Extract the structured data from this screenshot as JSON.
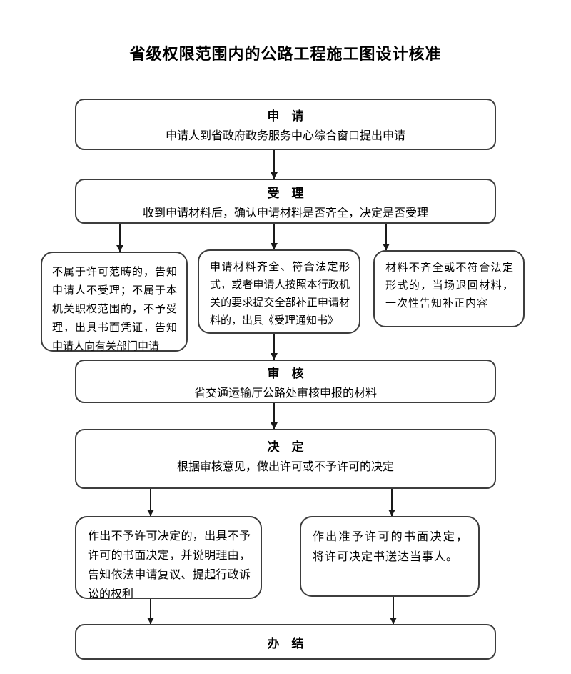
{
  "title": "省级权限范围内的公路工程施工图设计核准",
  "nodes": {
    "apply": {
      "label": "申　请",
      "desc": "申请人到省政府政务服务中心综合窗口提出申请"
    },
    "accept": {
      "label": "受　理",
      "desc": "收到申请材料后，确认申请材料是否齐全，决定是否受理"
    },
    "branch_left": {
      "text": "不属于许可范畴的，告知申请人不受理；不属于本机关职权范围的，不予受理，出具书面凭证，告知申请人向有关部门申请"
    },
    "branch_middle": {
      "text": "申请材料齐全、符合法定形式，或者申请人按照本行政机关的要求提交全部补正申请材料的，出具《受理通知书》"
    },
    "branch_right": {
      "text": "材料不齐全或不符合法定形式的，当场退回材料，一次性告知补正内容"
    },
    "review": {
      "label": "审　核",
      "desc": "省交通运输厅公路处审核申报的材料"
    },
    "decide": {
      "label": "决　定",
      "desc": "根据审核意见，做出许可或不予许可的决定"
    },
    "deny": {
      "text": "作出不予许可决定的，出具不予许可的书面决定，并说明理由，告知依法申请复议、提起行政诉讼的权利"
    },
    "grant": {
      "text": "作出准予许可的书面决定，将许可决定书送达当事人。"
    },
    "complete": {
      "label": "办　结"
    }
  },
  "colors": {
    "box_border": "#3d3d3d",
    "arrow": "#1a1a1a",
    "text": "#000000",
    "background": "#ffffff"
  }
}
